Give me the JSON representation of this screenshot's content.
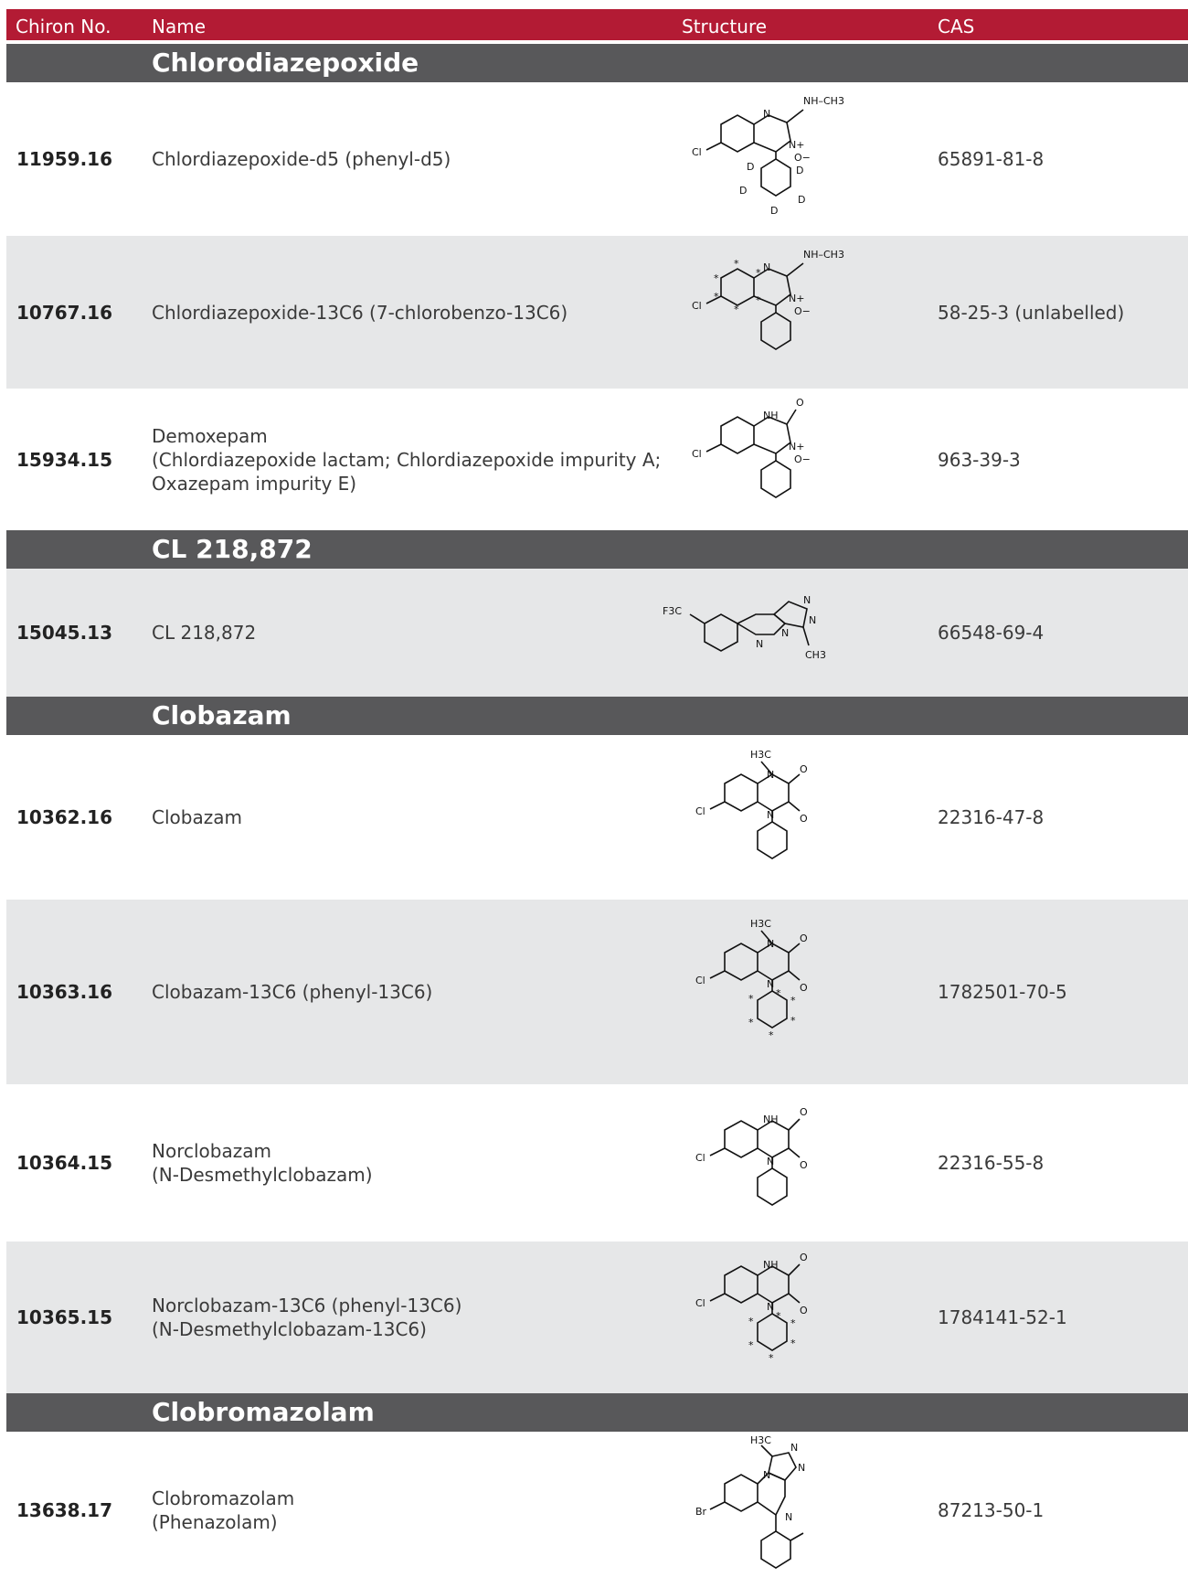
{
  "header": {
    "col_no": "Chiron No.",
    "col_name": "Name",
    "col_structure": "Structure",
    "col_cas": "CAS"
  },
  "sections": [
    {
      "title": "Chlorodiazepoxide"
    },
    {
      "title": "CL 218,872"
    },
    {
      "title": "Clobazam"
    },
    {
      "title": "Clobromazolam"
    }
  ],
  "rows": [
    {
      "no": "11959.16",
      "name": [
        "Chlordiazepoxide-d5 (phenyl-d5)"
      ],
      "cas": "65891-81-8",
      "structure_icon": "chlordiazepoxide-d5-structure"
    },
    {
      "no": "10767.16",
      "name": [
        "Chlordiazepoxide-13C6 (7-chlorobenzo-13C6)"
      ],
      "cas": "58-25-3 (unlabelled)",
      "structure_icon": "chlordiazepoxide-13c6-structure"
    },
    {
      "no": "15934.15",
      "name": [
        "Demoxepam",
        "(Chlordiazepoxide lactam; Chlordiazepoxide impurity A;",
        "Oxazepam impurity E)"
      ],
      "cas": "963-39-3",
      "structure_icon": "demoxepam-structure"
    },
    {
      "no": "15045.13",
      "name": [
        "CL 218,872"
      ],
      "cas": "66548-69-4",
      "structure_icon": "cl-218872-structure"
    },
    {
      "no": "10362.16",
      "name": [
        "Clobazam"
      ],
      "cas": "22316-47-8",
      "structure_icon": "clobazam-structure"
    },
    {
      "no": "10363.16",
      "name": [
        "Clobazam-13C6 (phenyl-13C6)"
      ],
      "cas": "1782501-70-5",
      "structure_icon": "clobazam-13c6-structure"
    },
    {
      "no": "10364.15",
      "name": [
        "Norclobazam",
        "(N-Desmethylclobazam)"
      ],
      "cas": "22316-55-8",
      "structure_icon": "norclobazam-structure"
    },
    {
      "no": "10365.15",
      "name": [
        "Norclobazam-13C6 (phenyl-13C6)",
        "(N-Desmethylclobazam-13C6)"
      ],
      "cas": "1784141-52-1",
      "structure_icon": "norclobazam-13c6-structure"
    },
    {
      "no": "13638.17",
      "name": [
        "Clobromazolam",
        "(Phenazolam)"
      ],
      "cas": "87213-50-1",
      "structure_icon": "clobromazolam-structure"
    }
  ],
  "labels": {
    "cl": "Cl",
    "br": "Br",
    "n": "N",
    "nplus": "N+",
    "ominus": "O−",
    "o": "O",
    "d": "D",
    "nhch3": "NH–CH3",
    "nh": "NH",
    "h3c": "H3C",
    "ch3": "CH3",
    "f3c": "F3C",
    "star": "*"
  },
  "colors": {
    "header": "#b31b34",
    "section": "#58585a",
    "shade": "#e6e7e8"
  }
}
